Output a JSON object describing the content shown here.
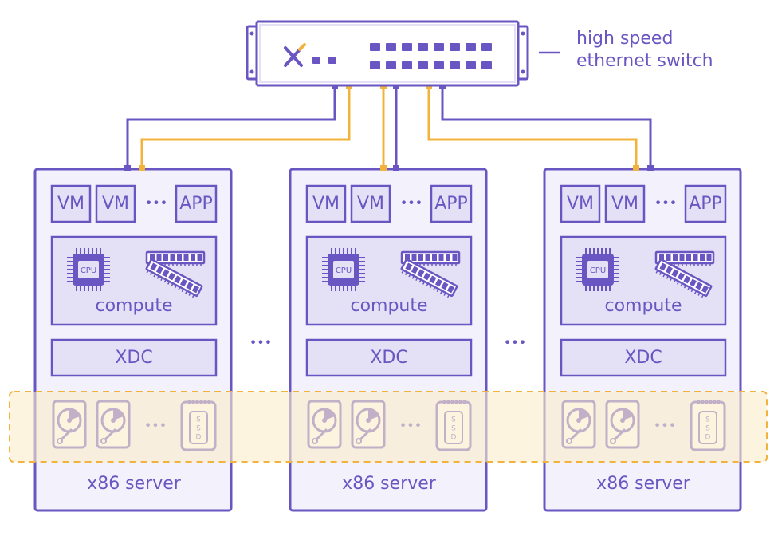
{
  "switch": {
    "label_line1": "high speed",
    "label_line2": "ethernet switch"
  },
  "server": {
    "vm_label": "VM",
    "app_label": "APP",
    "ellipsis": "•••",
    "cpu_label": "CPU",
    "compute_label": "compute",
    "xdc_label": "XDC",
    "ssd_label": "SSD",
    "server_label": "x86 server"
  },
  "between_servers": "•••",
  "colors": {
    "purple": "#6a56c2",
    "light_purple_fill": "#e4e1f6",
    "server_fill": "#f3f1fb",
    "orange": "#f2b33d",
    "storage_band_fill": "#fcedc9"
  }
}
